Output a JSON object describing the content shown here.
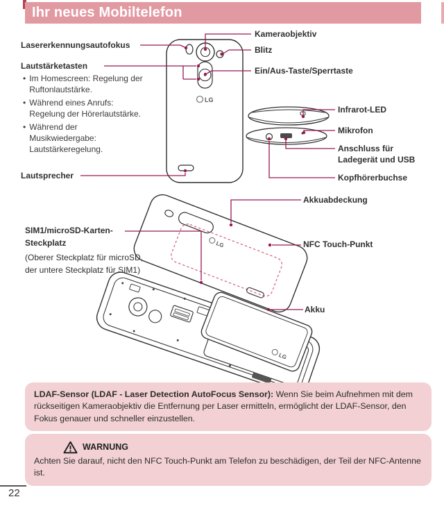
{
  "page": {
    "title": "Ihr neues Mobiltelefon",
    "page_number": "22"
  },
  "logos": {
    "lg": "LG"
  },
  "diagram1": {
    "labels_left": {
      "laser": "Lasererkennungsautofokus",
      "volume_title": "Lautstärketasten",
      "volume_bullets": [
        "Im Homescreen: Regelung der Ruftonlautstärke.",
        "Während eines Anrufs: Regelung der Hörerlautstärke.",
        "Während der Musikwiedergabe: Lautstärkeregelung."
      ],
      "bullet_char": "•",
      "speaker": "Lautsprecher"
    },
    "labels_right": {
      "camera": "Kameraobjektiv",
      "flash": "Blitz",
      "power": "Ein/Aus-Taste/Sperrtaste",
      "ir": "Infrarot-LED",
      "mic": "Mikrofon",
      "usb_line1": "Anschluss für",
      "usb_line2": "Ladegerät und USB",
      "headphone": "Kopfhörerbuchse"
    }
  },
  "diagram2": {
    "cover": "Akkuabdeckung",
    "nfc": "NFC Touch-Punkt",
    "battery": "Akku",
    "sim_title_line1": "SIM1/microSD-Karten-",
    "sim_title_line2": "Steckplatz",
    "sim_note_line1": "(Oberer Steckplatz für microSD,",
    "sim_note_line2": "der untere Steckplatz für SIM1)"
  },
  "note_box": {
    "bold": "LDAF-Sensor (LDAF - Laser Detection AutoFocus Sensor):",
    "text": " Wenn Sie beim Aufnehmen mit dem rückseitigen Kameraobjektiv die Entfernung per Laser ermitteln, ermöglicht der LDAF-Sensor, den Fokus genauer und schneller einzustellen."
  },
  "warning_box": {
    "title": "WARNUNG",
    "text": "Achten Sie darauf, nicht den NFC Touch-Punkt am Telefon zu beschädigen, der Teil der NFC-Antenne ist."
  },
  "colors": {
    "accent_bar": "#e29aa2",
    "note_bg": "#f2d0d3",
    "callout_line": "#9a1750"
  }
}
